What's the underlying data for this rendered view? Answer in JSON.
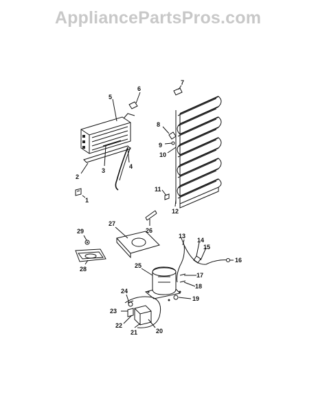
{
  "watermark": {
    "text": "AppliancePartsPros.com"
  },
  "callouts": {
    "c1": "1",
    "c2": "2",
    "c3": "3",
    "c4": "4",
    "c5": "5",
    "c6": "6",
    "c7": "7",
    "c8": "8",
    "c9": "9",
    "c10": "10",
    "c11": "11",
    "c12": "12",
    "c13": "13",
    "c14": "14",
    "c15": "15",
    "c16": "16",
    "c17": "17",
    "c18": "18",
    "c19": "19",
    "c20": "20",
    "c21": "21",
    "c22": "22",
    "c23": "23",
    "c24": "24",
    "c25": "25",
    "c26": "26",
    "c27": "27",
    "c28": "28",
    "c29": "29"
  },
  "colors": {
    "line": "#111111",
    "watermark": "#c8c8c8",
    "background": "#ffffff"
  }
}
